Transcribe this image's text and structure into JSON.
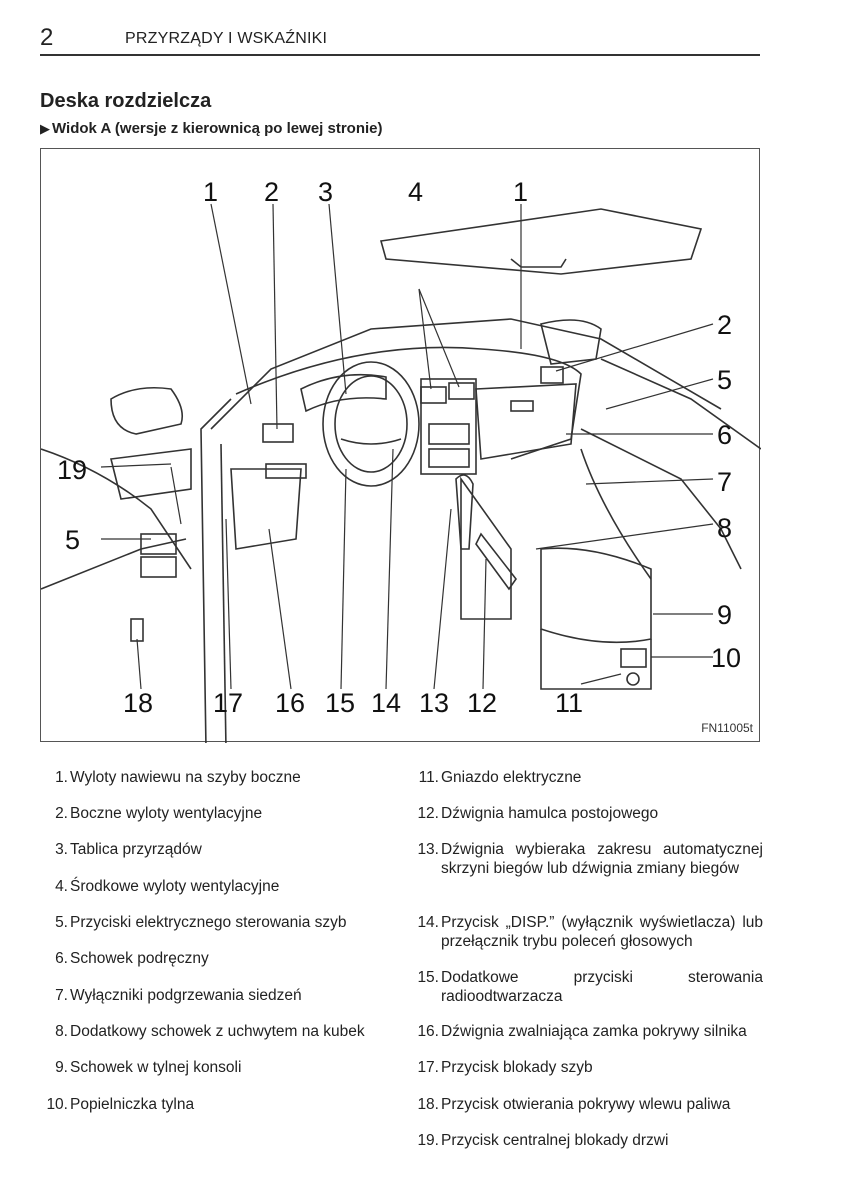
{
  "header": {
    "page_number": "2",
    "section": "PRZYRZĄDY I WSKAŹNIKI"
  },
  "title": "Deska rozdzielcza",
  "subtitle": "Widok A (wersje z kierownicą po lewej stronie)",
  "figure": {
    "code": "FN11005t",
    "callouts": [
      "1",
      "2",
      "3",
      "4",
      "1",
      "2",
      "5",
      "6",
      "7",
      "8",
      "9",
      "10",
      "19",
      "5",
      "18",
      "17",
      "16",
      "15",
      "14",
      "13",
      "12",
      "11"
    ]
  },
  "legend_left": [
    {
      "num": "1.",
      "text": "Wyloty nawiewu na szyby boczne"
    },
    {
      "num": "2.",
      "text": "Boczne wyloty wentylacyjne"
    },
    {
      "num": "3.",
      "text": "Tablica przyrządów"
    },
    {
      "num": "4.",
      "text": "Środkowe wyloty wentylacyjne"
    },
    {
      "num": "5.",
      "text": "Przyciski elektrycznego sterowania szyb"
    },
    {
      "num": "6.",
      "text": "Schowek podręczny"
    },
    {
      "num": "7.",
      "text": "Wyłączniki podgrzewania siedzeń"
    },
    {
      "num": "8.",
      "text": "Dodatkowy schowek z uchwytem na kubek"
    },
    {
      "num": "9.",
      "text": "Schowek w tylnej konsoli"
    },
    {
      "num": "10.",
      "text": "Popielniczka tylna"
    }
  ],
  "legend_right": [
    {
      "num": "11.",
      "text": "Gniazdo elektryczne"
    },
    {
      "num": "12.",
      "text": "Dźwignia hamulca postojowego"
    },
    {
      "num": "13.",
      "text": "Dźwignia wybieraka zakresu automatycznej skrzyni biegów lub dźwignia zmiany biegów"
    },
    {
      "num": "14.",
      "text": "Przycisk „DISP.” (wyłącznik wyświetlacza) lub przełącznik trybu poleceń głosowych"
    },
    {
      "num": "15.",
      "text": "Dodatkowe przyciski sterowania radioodtwarzacza"
    },
    {
      "num": "16.",
      "text": "Dźwignia zwalniająca zamka pokrywy silnika"
    },
    {
      "num": "17.",
      "text": "Przycisk blokady szyb"
    },
    {
      "num": "18.",
      "text": "Przycisk otwierania pokrywy wlewu paliwa"
    },
    {
      "num": "19.",
      "text": "Przycisk centralnej blokady drzwi"
    }
  ]
}
